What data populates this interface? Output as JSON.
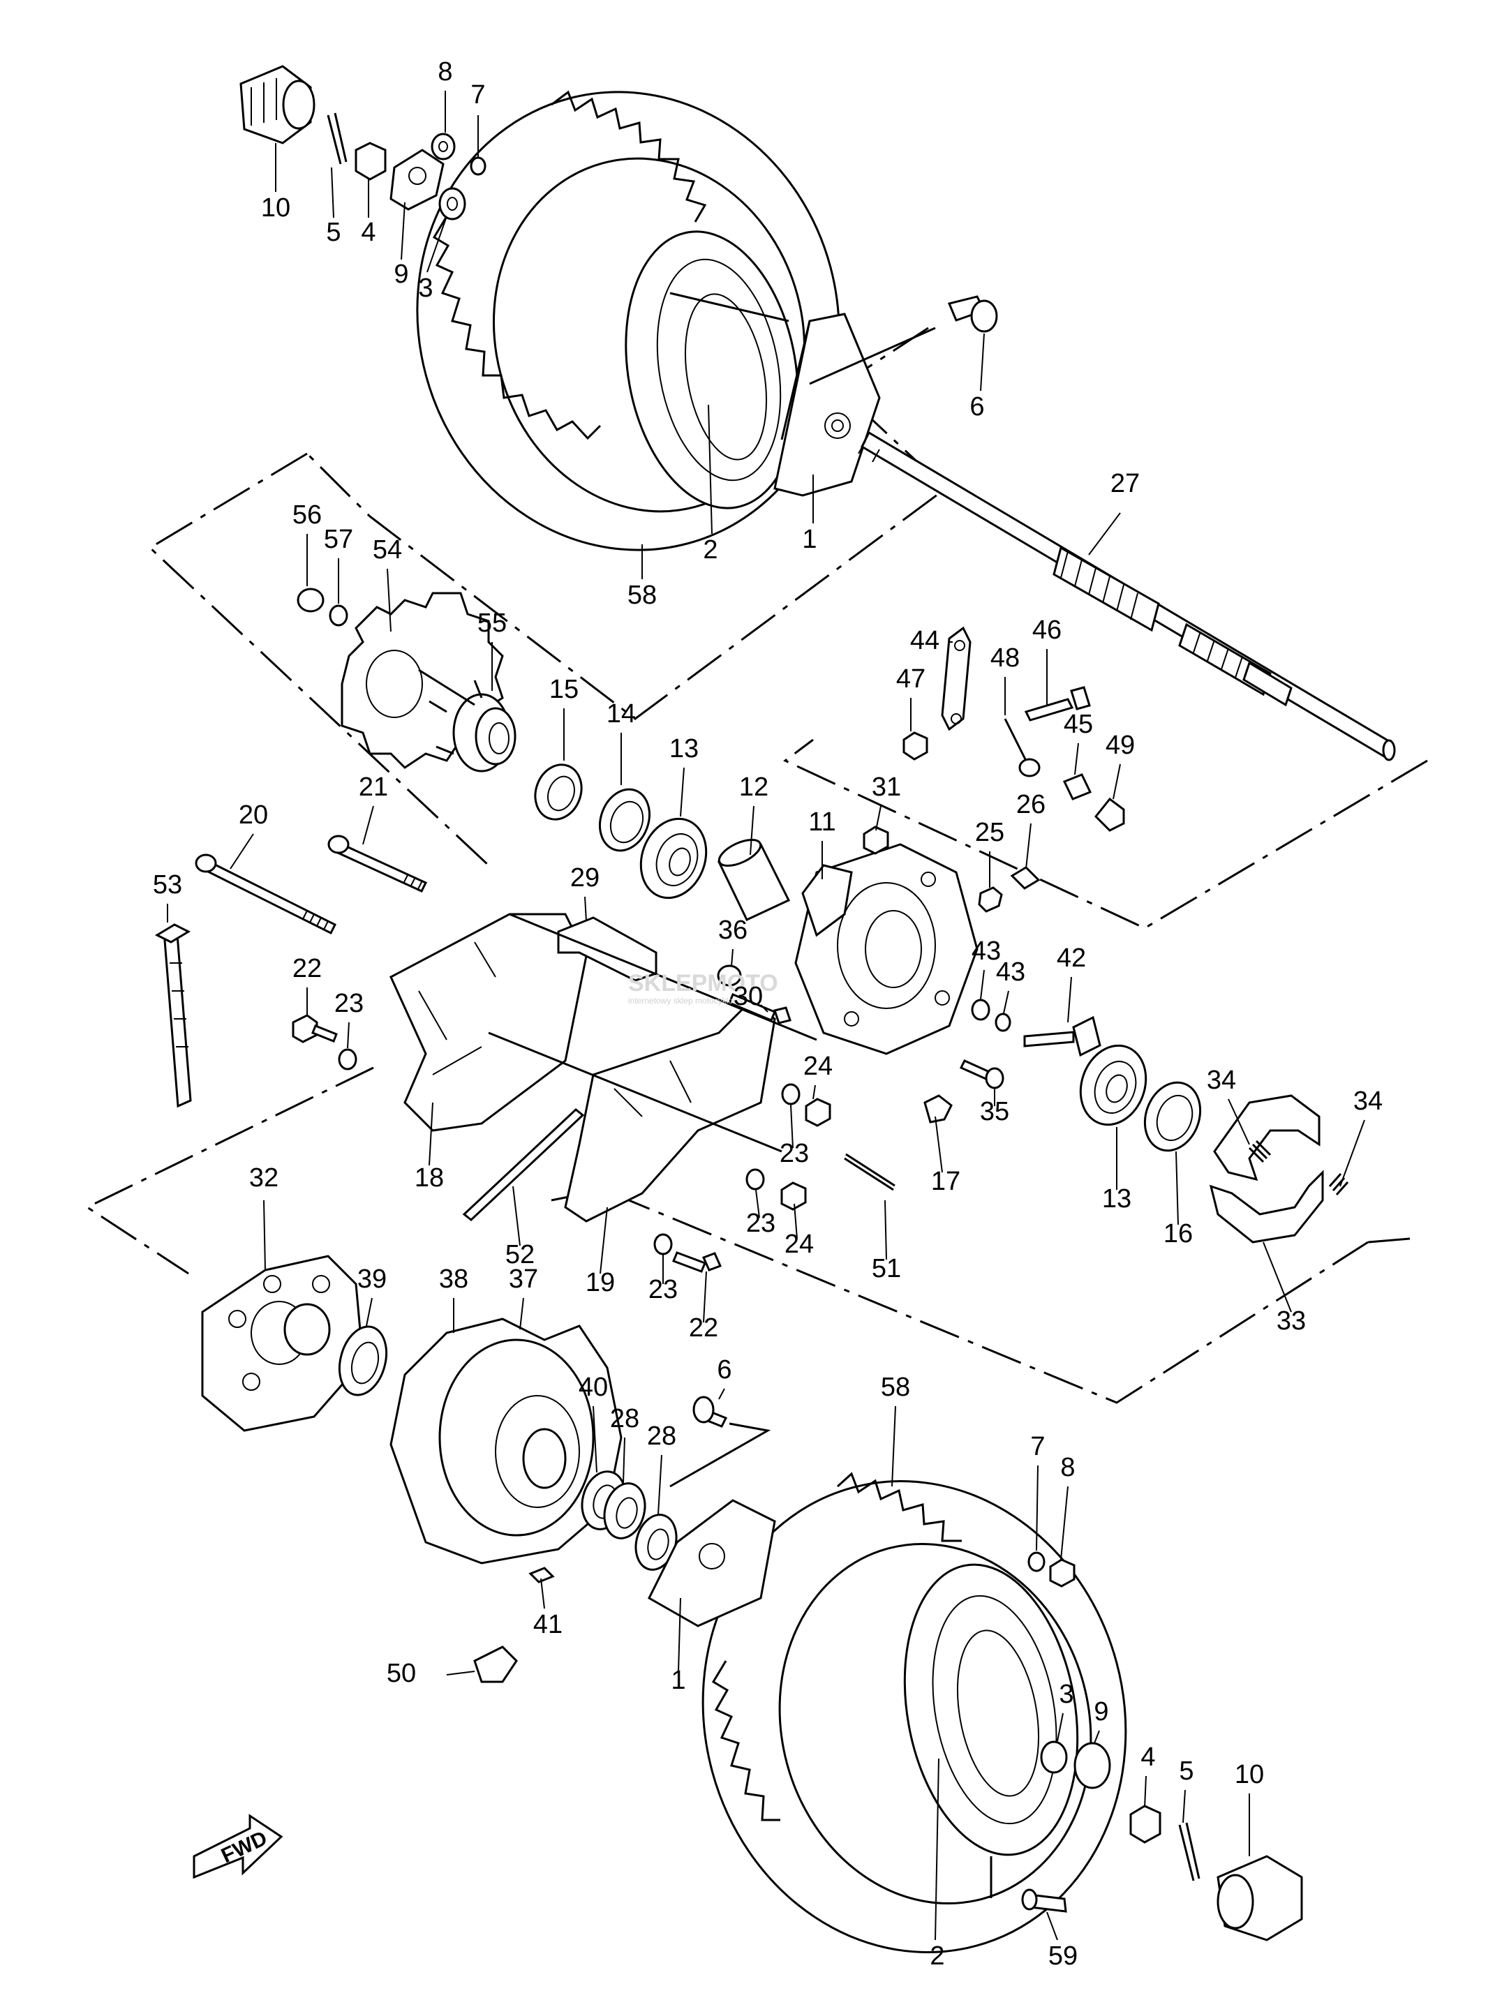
{
  "diagram": {
    "callouts": [
      {
        "id": "c10a",
        "label": "10"
      },
      {
        "id": "c5a",
        "label": "5"
      },
      {
        "id": "c4a",
        "label": "4"
      },
      {
        "id": "c9a",
        "label": "9"
      },
      {
        "id": "c3a",
        "label": "3"
      },
      {
        "id": "c8a",
        "label": "8"
      },
      {
        "id": "c7a",
        "label": "7"
      },
      {
        "id": "c6a",
        "label": "6"
      },
      {
        "id": "c1a",
        "label": "1"
      },
      {
        "id": "c2a",
        "label": "2"
      },
      {
        "id": "c58a",
        "label": "58"
      },
      {
        "id": "c27",
        "label": "27"
      },
      {
        "id": "c56",
        "label": "56"
      },
      {
        "id": "c57",
        "label": "57"
      },
      {
        "id": "c54",
        "label": "54"
      },
      {
        "id": "c55",
        "label": "55"
      },
      {
        "id": "c44",
        "label": "44"
      },
      {
        "id": "c46",
        "label": "46"
      },
      {
        "id": "c47",
        "label": "47"
      },
      {
        "id": "c48",
        "label": "48"
      },
      {
        "id": "c45",
        "label": "45"
      },
      {
        "id": "c49",
        "label": "49"
      },
      {
        "id": "c15",
        "label": "15"
      },
      {
        "id": "c14",
        "label": "14"
      },
      {
        "id": "c13a",
        "label": "13"
      },
      {
        "id": "c12",
        "label": "12"
      },
      {
        "id": "c11",
        "label": "11"
      },
      {
        "id": "c31",
        "label": "31"
      },
      {
        "id": "c25",
        "label": "25"
      },
      {
        "id": "c26",
        "label": "26"
      },
      {
        "id": "c21",
        "label": "21"
      },
      {
        "id": "c20",
        "label": "20"
      },
      {
        "id": "c29",
        "label": "29"
      },
      {
        "id": "c36",
        "label": "36"
      },
      {
        "id": "c53",
        "label": "53"
      },
      {
        "id": "c43a",
        "label": "43"
      },
      {
        "id": "c43b",
        "label": "43"
      },
      {
        "id": "c42",
        "label": "42"
      },
      {
        "id": "c30",
        "label": "30"
      },
      {
        "id": "c22a",
        "label": "22"
      },
      {
        "id": "c23a",
        "label": "23"
      },
      {
        "id": "c24a",
        "label": "24"
      },
      {
        "id": "c35",
        "label": "35"
      },
      {
        "id": "c34a",
        "label": "34"
      },
      {
        "id": "c34b",
        "label": "34"
      },
      {
        "id": "c23b",
        "label": "23"
      },
      {
        "id": "c17",
        "label": "17"
      },
      {
        "id": "c18",
        "label": "18"
      },
      {
        "id": "c13b",
        "label": "13"
      },
      {
        "id": "c16",
        "label": "16"
      },
      {
        "id": "c23c",
        "label": "23"
      },
      {
        "id": "c24b",
        "label": "24"
      },
      {
        "id": "c52",
        "label": "52"
      },
      {
        "id": "c19",
        "label": "19"
      },
      {
        "id": "c51",
        "label": "51"
      },
      {
        "id": "c32",
        "label": "32"
      },
      {
        "id": "c23d",
        "label": "23"
      },
      {
        "id": "c22b",
        "label": "22"
      },
      {
        "id": "c33",
        "label": "33"
      },
      {
        "id": "c39",
        "label": "39"
      },
      {
        "id": "c38",
        "label": "38"
      },
      {
        "id": "c37",
        "label": "37"
      },
      {
        "id": "c6b",
        "label": "6"
      },
      {
        "id": "c58b",
        "label": "58"
      },
      {
        "id": "c40",
        "label": "40"
      },
      {
        "id": "c28a",
        "label": "28"
      },
      {
        "id": "c28b",
        "label": "28"
      },
      {
        "id": "c7b",
        "label": "7"
      },
      {
        "id": "c8b",
        "label": "8"
      },
      {
        "id": "c41",
        "label": "41"
      },
      {
        "id": "c50",
        "label": "50"
      },
      {
        "id": "c1b",
        "label": "1"
      },
      {
        "id": "c3b",
        "label": "3"
      },
      {
        "id": "c9b",
        "label": "9"
      },
      {
        "id": "c4b",
        "label": "4"
      },
      {
        "id": "c5b",
        "label": "5"
      },
      {
        "id": "c10b",
        "label": "10"
      },
      {
        "id": "c2b",
        "label": "2"
      },
      {
        "id": "c59",
        "label": "59"
      }
    ],
    "fwd_label": "FWD",
    "watermark": "SKLEPMOTO",
    "watermark_sub": "internetowy sklep motocyklowy"
  }
}
